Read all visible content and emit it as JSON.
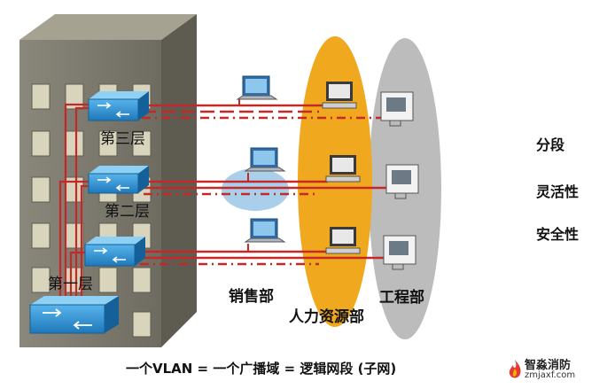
{
  "building": {
    "floors": [
      "第三层",
      "第二层",
      "第一层"
    ]
  },
  "departments": {
    "sales": "销售部",
    "hr": "人力资源部",
    "engineering": "工程部"
  },
  "properties": [
    "分段",
    "灵活性",
    "安全性"
  ],
  "caption": "一个VLAN = 一个广播域 = 逻辑网段 (子网)",
  "watermark": {
    "name": "智淼消防",
    "url": "zmjaxf.com"
  },
  "colors": {
    "building": "#7d7a6e",
    "hr_ellipse": "#f0a81e",
    "engineering_ellipse": "#b9b9b9",
    "sales_ellipse": "#a9cfea",
    "link_red": "#c62828",
    "switch_blue": "#2f8fd0"
  }
}
